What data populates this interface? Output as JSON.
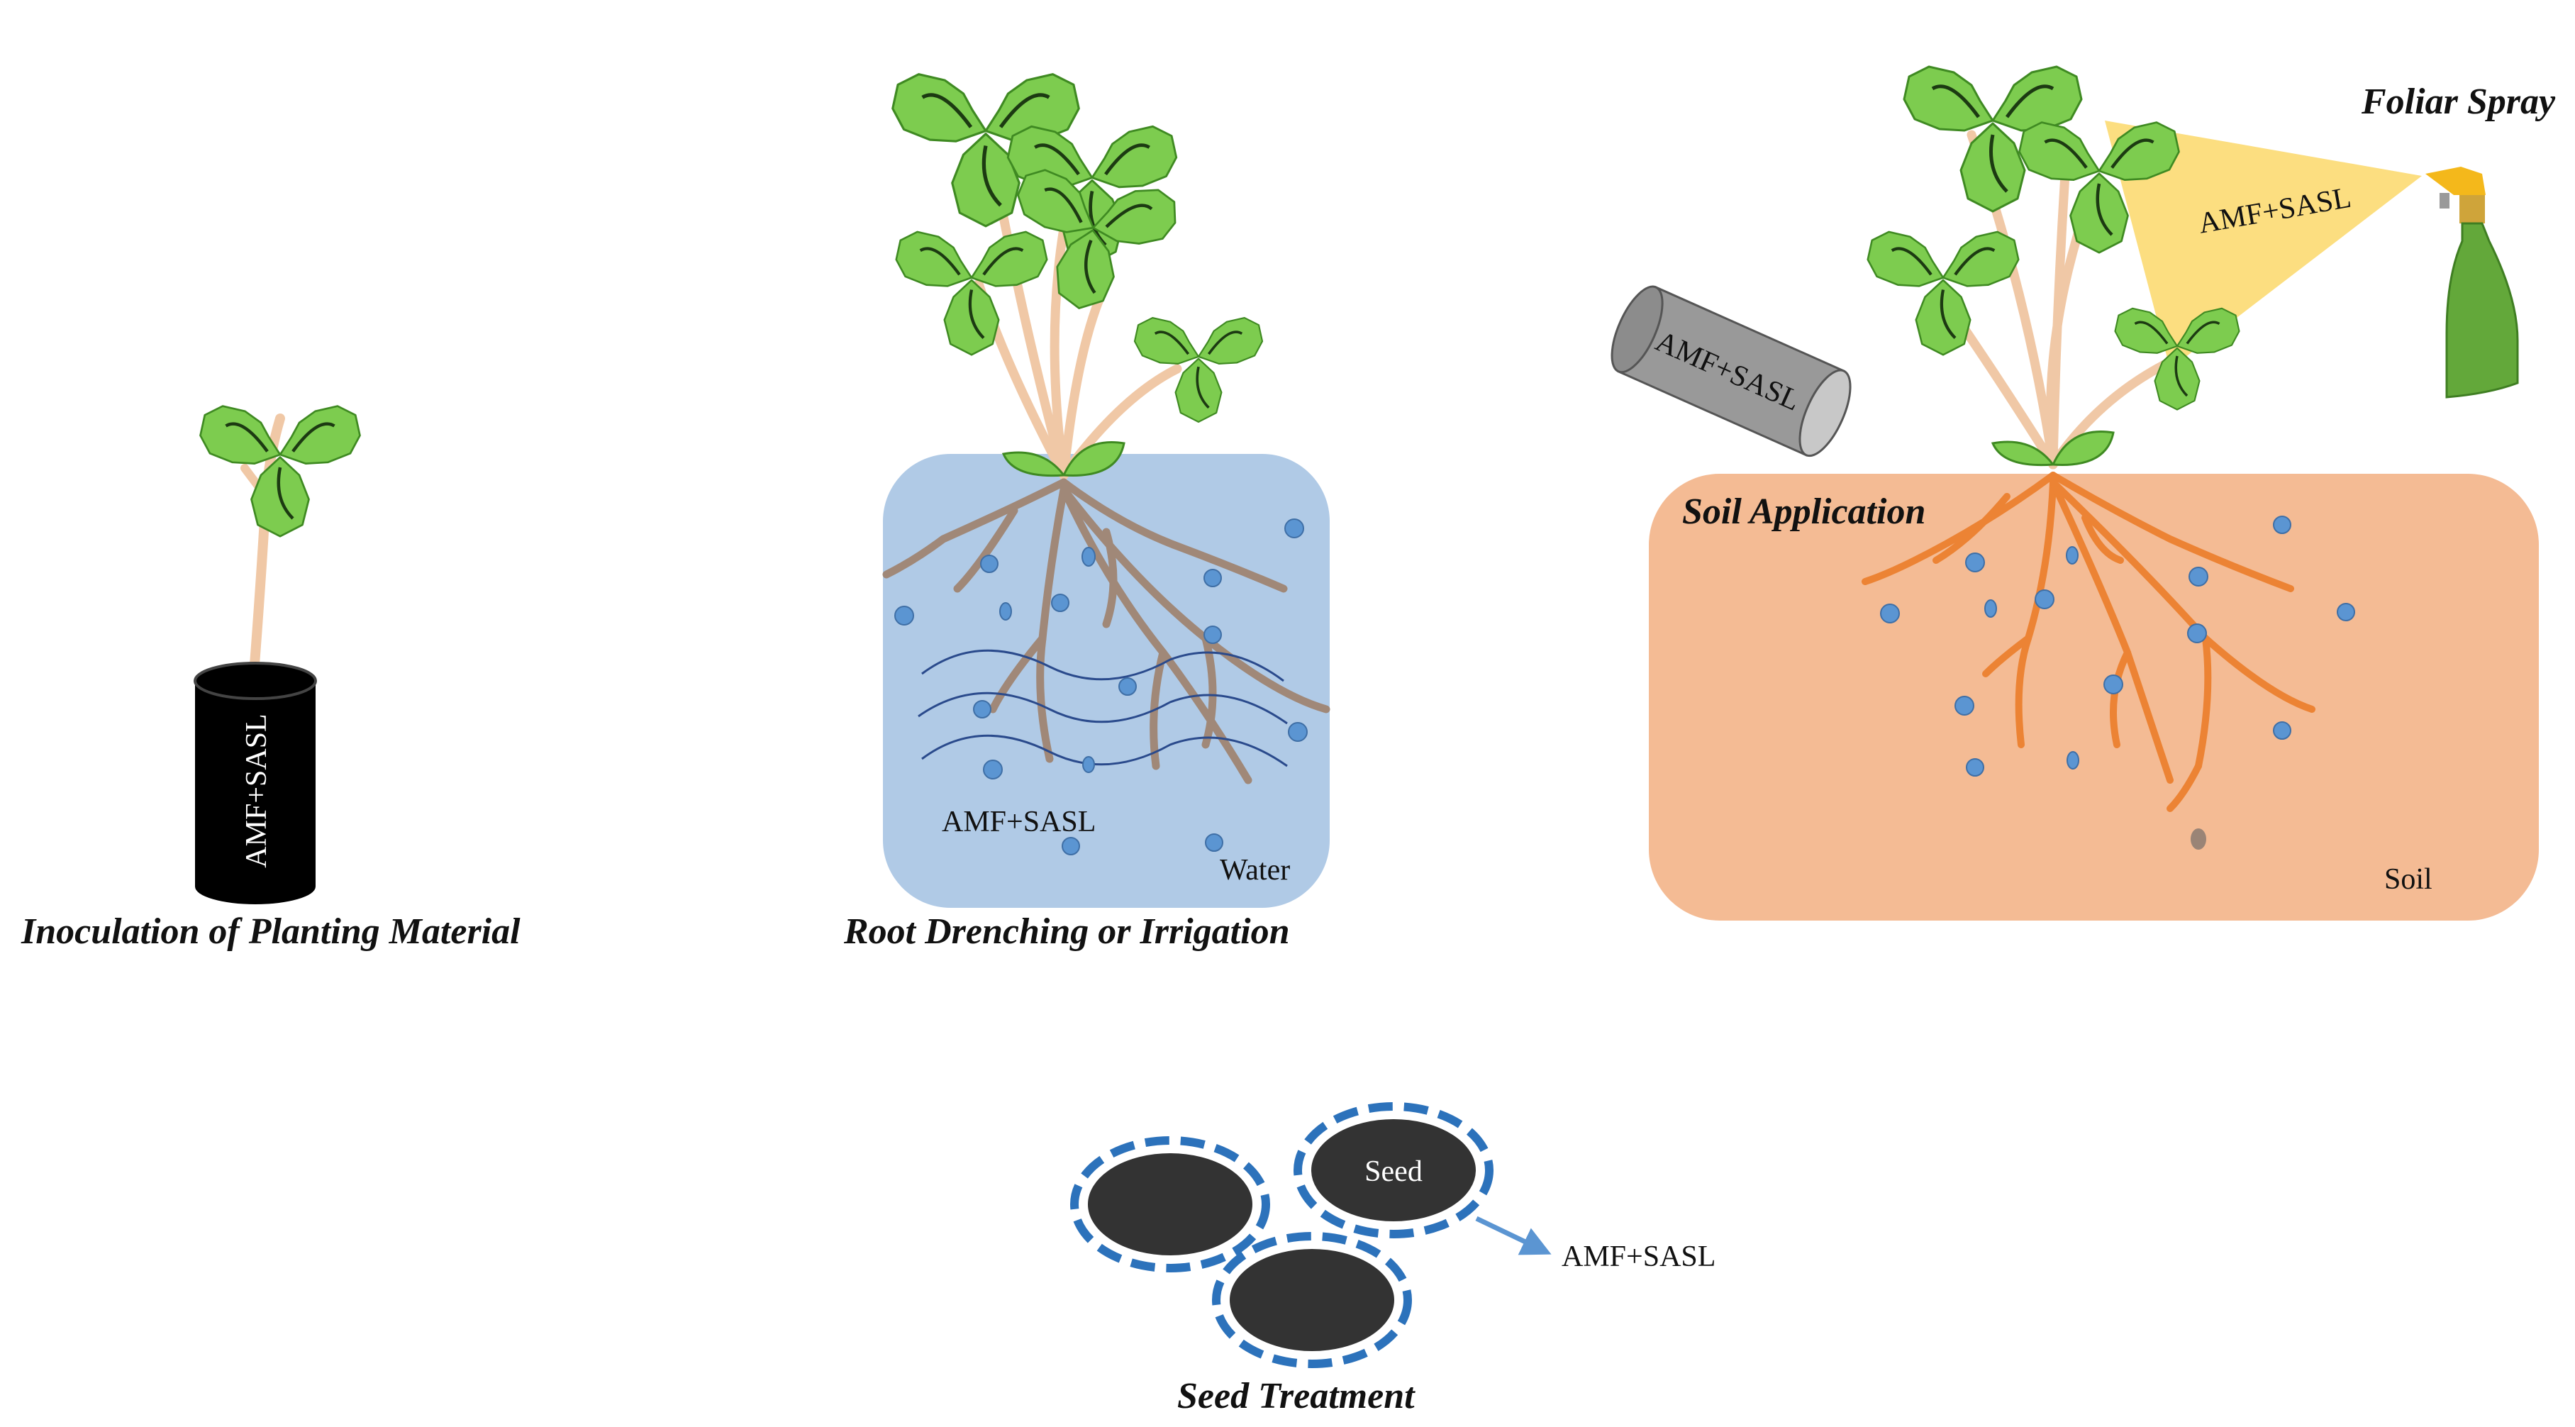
{
  "panels": {
    "inoculation": {
      "caption": "Inoculation of Planting Material",
      "pot_label": "AMF+SASL"
    },
    "drench": {
      "caption": "Root Drenching or Irrigation",
      "mix_label": "AMF+SASL",
      "medium_label": "Water"
    },
    "soil": {
      "caption": "Soil Application",
      "spray_caption": "Foliar Spray",
      "spray_label": "AMF+SASL",
      "canister_label": "AMF+SASL",
      "medium_label": "Soil"
    },
    "seed": {
      "caption": "Seed Treatment",
      "seed_label": "Seed",
      "coat_label": "AMF+SASL"
    }
  },
  "colors": {
    "leaf": "#7dcc4f",
    "leaf_outline": "#3f8a22",
    "stem": "#f0c8a6",
    "water": "#b0cae6",
    "soil": "#f4bb94",
    "drench_root": "#a08878",
    "soil_root": "#ec8334",
    "granule": "#5b95d2",
    "seed": "#333333",
    "seed_coat": "#2c72bb",
    "spray_cone": "#fbd86a",
    "bottle": "#63a83a",
    "nozzle": "#f4b81b",
    "canister": "#999999"
  },
  "icons": [
    "seedling-icon",
    "pot-icon",
    "spray-bottle-icon",
    "canister-icon",
    "seed-icon",
    "arrow-icon"
  ]
}
